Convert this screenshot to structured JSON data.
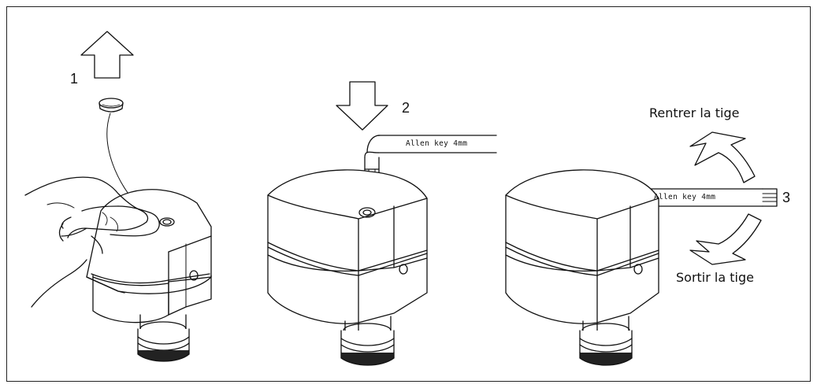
{
  "steps": {
    "step1": "1",
    "step2": "2",
    "step3": "3"
  },
  "tool": {
    "key_label_center": "Allen key 4mm",
    "key_label_right": "Allen key 4mm"
  },
  "captions": {
    "retract": "Rentrer la tige",
    "extend": "Sortir la tige"
  },
  "colors": {
    "ink": "#111111",
    "frame": "#222222",
    "fill": "#ffffff"
  }
}
